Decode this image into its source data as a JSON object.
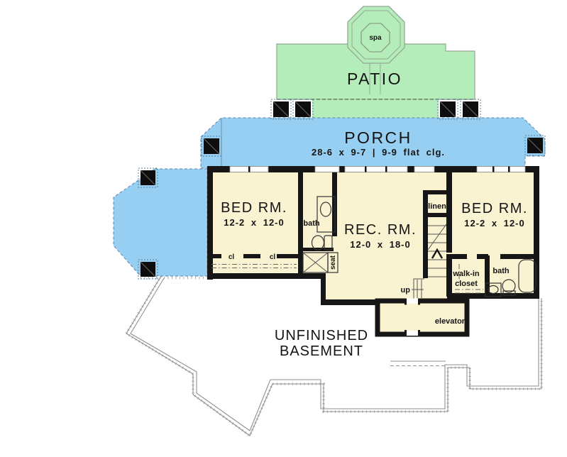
{
  "colors": {
    "patio_green": "#b5edba",
    "porch_deck_blue": "#97cff2",
    "room_cream": "#faf3d2",
    "wall_black": "#161616",
    "foundation_gray": "#8f8f8f"
  },
  "labels": {
    "patio": "PATIO",
    "spa": "spa",
    "porch": "PORCH",
    "porch_dims": "28-6 x 9-7 | 9-9 flat clg.",
    "bed_left": "BED RM.",
    "bed_left_dims": "12-2 x 12-0",
    "bed_right": "BED RM.",
    "bed_right_dims": "12-2 x 12-0",
    "rec": "REC. RM.",
    "rec_dims": "12-0 x 18-0",
    "bath_left": "bath",
    "bath_right": "bath",
    "linen": "linen",
    "walkin_1": "walk-in",
    "walkin_2": "closet",
    "seat": "seat",
    "cl_1": "cl",
    "cl_2": "cl",
    "up": "up",
    "elevator": "elevator",
    "basement_1": "UNFINISHED",
    "basement_2": "BASEMENT"
  }
}
